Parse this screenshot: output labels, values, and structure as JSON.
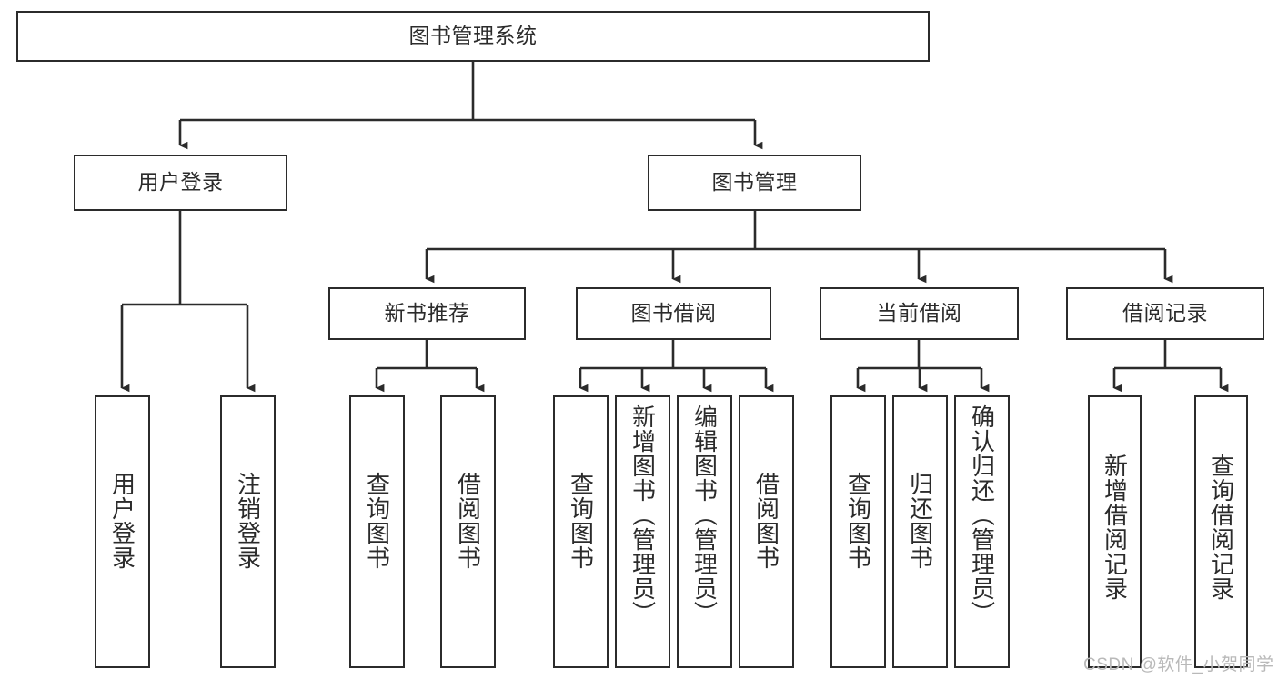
{
  "diagram": {
    "title": "图书管理系统",
    "type": "tree-hierarchy-diagram",
    "watermark": "CSDN @软件_小贺同学",
    "colors": {
      "stroke": "#2b2b2b",
      "fill": "#ffffff",
      "text": "#2b2b2b",
      "watermark": "#b9b9b9"
    },
    "nodes": {
      "root": {
        "label": "图书管理系统"
      },
      "level2": [
        {
          "id": "user-login",
          "label": "用户登录"
        },
        {
          "id": "book-management",
          "label": "图书管理"
        }
      ],
      "level3": [
        {
          "id": "new-book-recommend",
          "label": "新书推荐"
        },
        {
          "id": "book-borrow",
          "label": "图书借阅"
        },
        {
          "id": "current-borrow",
          "label": "当前借阅"
        },
        {
          "id": "borrow-record",
          "label": "借阅记录"
        }
      ],
      "leaves": {
        "user-login": [
          {
            "id": "leaf-user-login",
            "label": "用户登录"
          },
          {
            "id": "leaf-logout-login",
            "label": "注销登录"
          }
        ],
        "new-book-recommend": [
          {
            "id": "leaf-query-book-1",
            "label": "查询图书"
          },
          {
            "id": "leaf-borrow-book-1",
            "label": "借阅图书"
          }
        ],
        "book-borrow": [
          {
            "id": "leaf-query-book-2",
            "label": "查询图书"
          },
          {
            "id": "leaf-add-book-admin",
            "label": "新增图书（管理员）"
          },
          {
            "id": "leaf-edit-book-admin",
            "label": "编辑图书（管理员）"
          },
          {
            "id": "leaf-borrow-book-2",
            "label": "借阅图书"
          }
        ],
        "current-borrow": [
          {
            "id": "leaf-query-book-3",
            "label": "查询图书"
          },
          {
            "id": "leaf-return-book",
            "label": "归还图书"
          },
          {
            "id": "leaf-confirm-return-admin",
            "label": "确认归还（管理员）"
          }
        ],
        "borrow-record": [
          {
            "id": "leaf-add-borrow-record",
            "label": "新增借阅记录"
          },
          {
            "id": "leaf-query-borrow-record",
            "label": "查询借阅记录"
          }
        ]
      }
    }
  }
}
